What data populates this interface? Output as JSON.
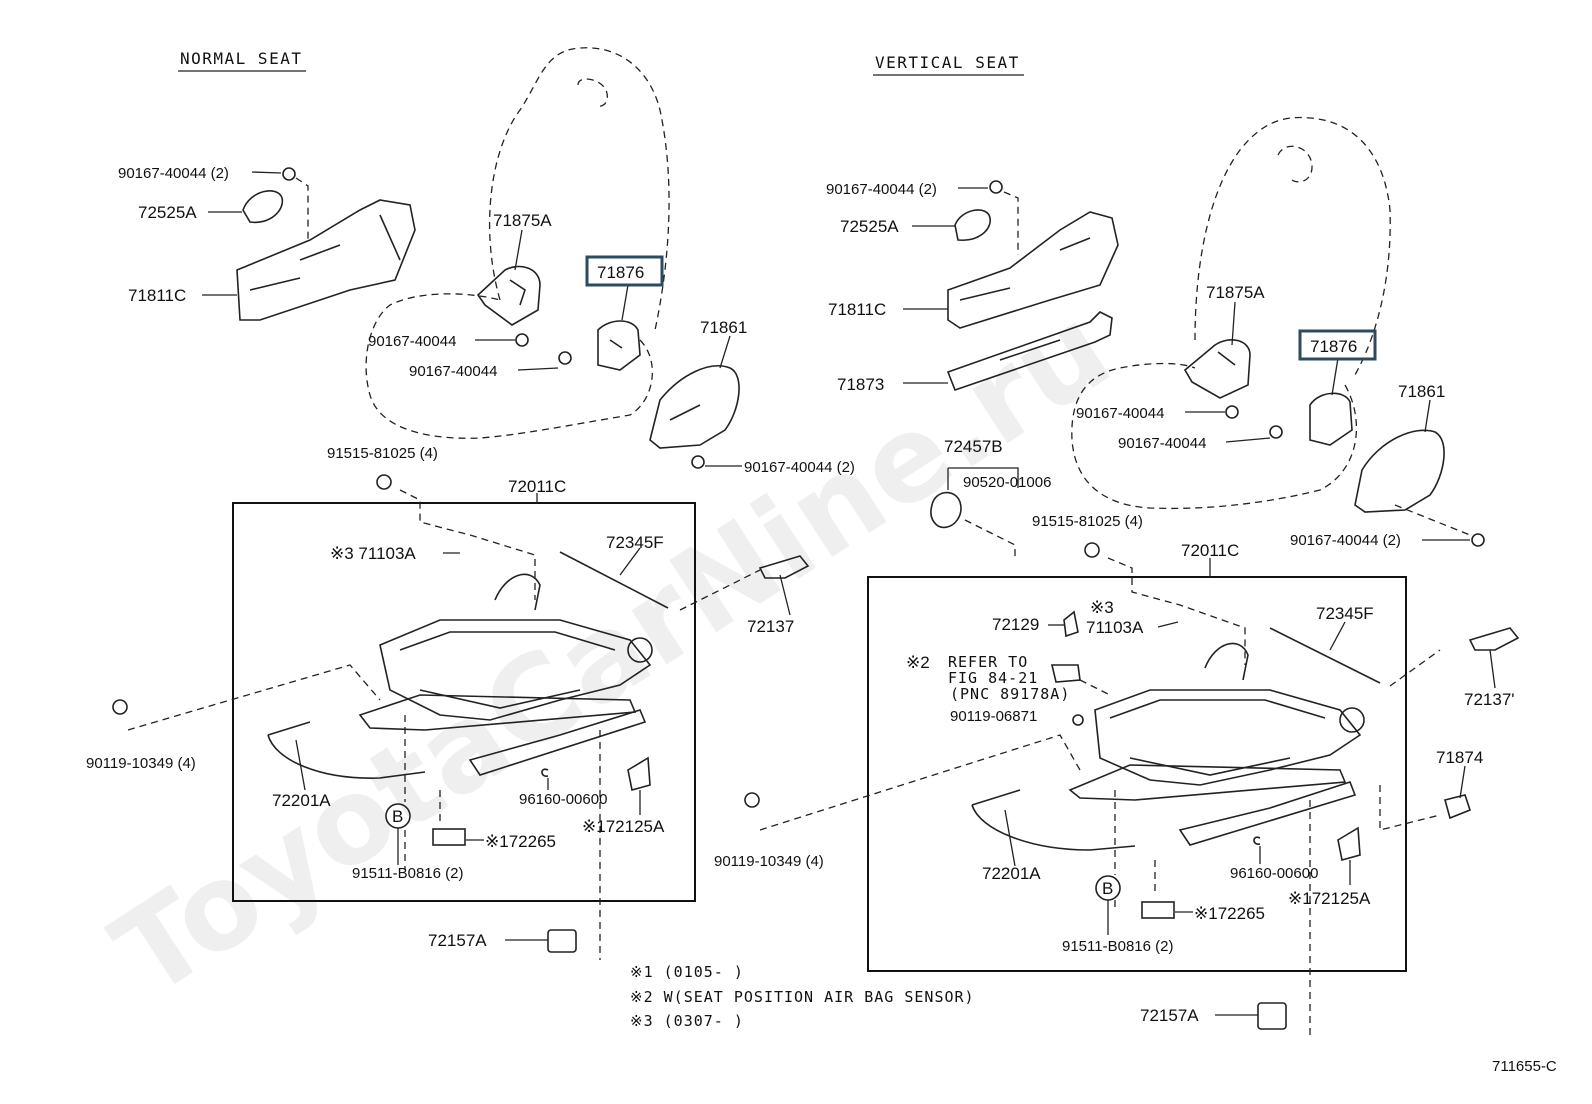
{
  "titles": {
    "normal_seat": "NORMAL SEAT",
    "vertical_seat": "VERTICAL SEAT"
  },
  "watermark": "ToyotaCarNine.ru",
  "figure_id": "711655-C",
  "colors": {
    "highlight_box": "#2e4a5e",
    "line": "#222222",
    "background": "#ffffff"
  },
  "left": {
    "p90167_top": "90167-40044 (2)",
    "p72525a": "72525A",
    "p71811c": "71811C",
    "p71875a": "71875A",
    "p71876": "71876",
    "p90167_a": "90167-40044",
    "p90167_b": "90167-40044",
    "p71861": "71861",
    "p90167_c": "90167-40044 (2)",
    "p91515": "91515-81025 (4)",
    "p72011c": "72011C",
    "p71103a": "※3 71103A",
    "p72345f": "72345F",
    "p72137": "72137",
    "p90119": "90119-10349 (4)",
    "p72201a": "72201A",
    "p96160": "96160-00600",
    "p72265": "※172265",
    "p72125a": "※172125A",
    "p91511": "91511-B0816 (2)",
    "p72157a": "72157A",
    "circle_b": "B"
  },
  "right": {
    "p90167_top": "90167-40044 (2)",
    "p72525a": "72525A",
    "p71811c": "71811C",
    "p71873": "71873",
    "p72457b": "72457B",
    "p90520": "90520-01006",
    "p71875a": "71875A",
    "p71876": "71876",
    "p90167_a": "90167-40044",
    "p90167_b": "90167-40044",
    "p71861": "71861",
    "p90167_c": "90167-40044 (2)",
    "p91515": "91515-81025 (4)",
    "p72011c": "72011C",
    "p72129": "72129",
    "p71103a_mark": "※3",
    "p71103a": "71103A",
    "refer_mark": "※2",
    "refer_1": "REFER TO",
    "refer_2": "FIG 84-21",
    "refer_3": "(PNC 89178A)",
    "p90119_06871": "90119-06871",
    "p72345f": "72345F",
    "p72137": "72137'",
    "p71874": "71874",
    "p90119": "90119-10349 (4)",
    "p72201a": "72201A",
    "p96160": "96160-00600",
    "p72125a": "※172125A",
    "p72265": "※172265",
    "p91511": "91511-B0816 (2)",
    "p72157a": "72157A",
    "circle_b": "B"
  },
  "notes": [
    "※1 (0105-      )",
    "※2 W(SEAT POSITION AIR BAG SENSOR)",
    "※3 (0307-      )"
  ]
}
